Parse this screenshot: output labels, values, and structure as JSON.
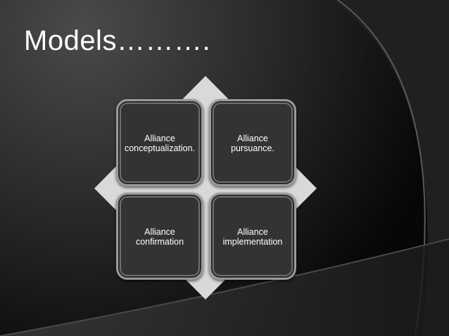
{
  "slide": {
    "title": "Models……….",
    "colors": {
      "background_dark": "#000000",
      "background_gray": "#3d3d3d",
      "arc": "#6a6a6a",
      "diamond": "#d9d9d9",
      "box_fill": "#333333",
      "box_border": "#9a9a9a",
      "text": "#ffffff"
    }
  },
  "diagram": {
    "boxes": [
      {
        "line1": "Alliance",
        "line2": "conceptualization."
      },
      {
        "line1": "Alliance",
        "line2": "pursuance."
      },
      {
        "line1": "Alliance",
        "line2": "confirmation"
      },
      {
        "line1": "Alliance",
        "line2": "implementation"
      }
    ]
  }
}
